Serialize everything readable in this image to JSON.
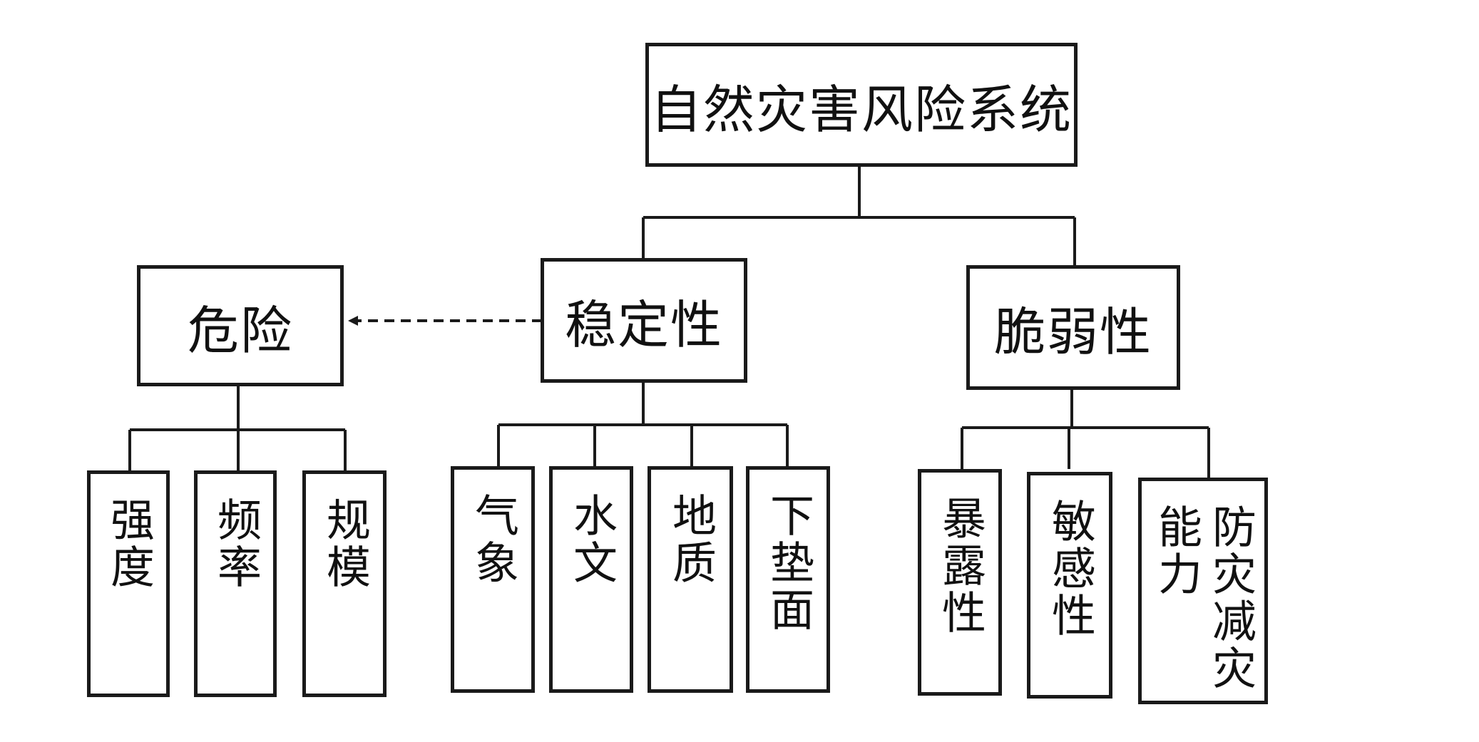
{
  "root": {
    "label": "自然灾害风险系统"
  },
  "categories": [
    {
      "id": "hazard",
      "label": "危险",
      "children": [
        "强度",
        "频率",
        "规模"
      ]
    },
    {
      "id": "stability",
      "label": "稳定性",
      "children": [
        "气象",
        "水文",
        "地质",
        "下垫面"
      ]
    },
    {
      "id": "vulnerability",
      "label": "脆弱性",
      "children": [
        "暴露性",
        "敏感性",
        "防灾减灾能力"
      ]
    }
  ],
  "relations": [
    {
      "from": "stability",
      "to": "hazard",
      "style": "dashed-arrow"
    }
  ],
  "colors": {
    "line": "#1a1a1a",
    "background": "#ffffff"
  }
}
